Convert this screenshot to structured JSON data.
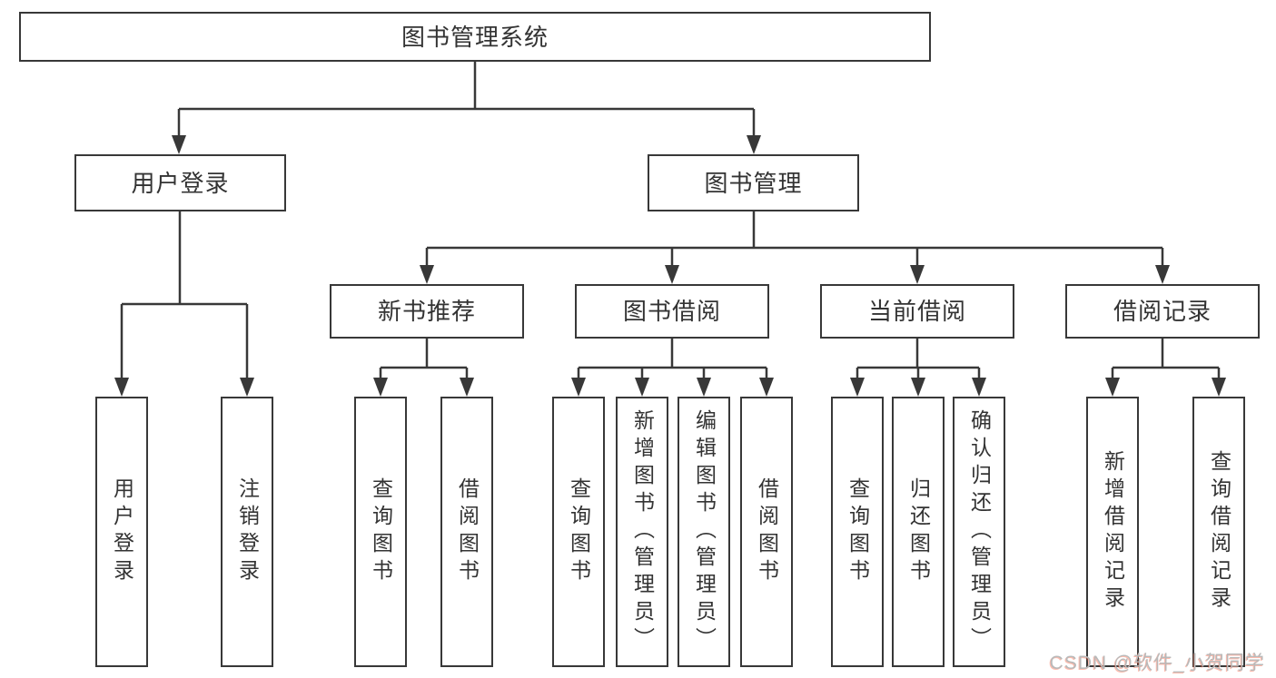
{
  "diagram": {
    "root": {
      "label": "图书管理系统"
    },
    "level2": [
      {
        "label": "用户登录",
        "leaves": [
          {
            "label": "用户登录"
          },
          {
            "label": "注销登录"
          }
        ]
      },
      {
        "label": "图书管理",
        "modules": [
          {
            "label": "新书推荐",
            "leaves": [
              {
                "label": "查询图书"
              },
              {
                "label": "借阅图书"
              }
            ]
          },
          {
            "label": "图书借阅",
            "leaves": [
              {
                "label": "查询图书"
              },
              {
                "label": "新增图书（管理员）"
              },
              {
                "label": "编辑图书（管理员）"
              },
              {
                "label": "借阅图书"
              }
            ]
          },
          {
            "label": "当前借阅",
            "leaves": [
              {
                "label": "查询图书"
              },
              {
                "label": "归还图书"
              },
              {
                "label": "确认归还（管理员）"
              }
            ]
          },
          {
            "label": "借阅记录",
            "leaves": [
              {
                "label": "新增借阅记录"
              },
              {
                "label": "查询借阅记录"
              }
            ]
          }
        ]
      }
    ]
  },
  "watermark": {
    "text": "CSDN @软件_小贺同学"
  },
  "colors": {
    "line": "#383838",
    "text": "#333333",
    "background": "#ffffff",
    "watermark": "#b9b9b9",
    "watermark_accent": "#fc5531"
  }
}
